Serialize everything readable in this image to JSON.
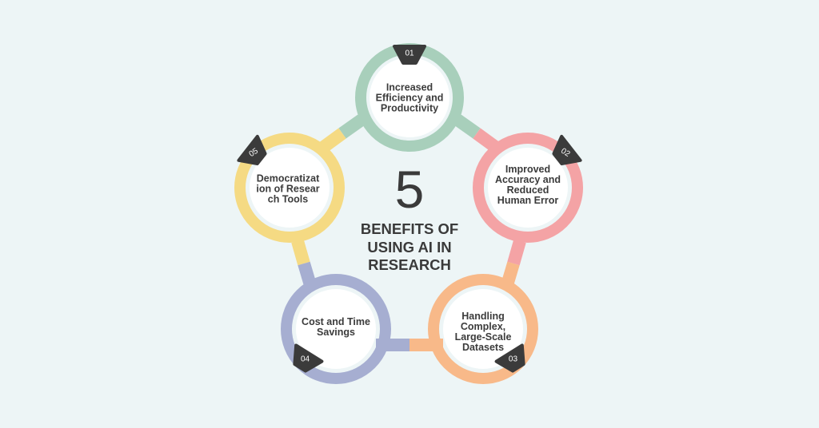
{
  "center": {
    "number": "5",
    "title": "BENEFITS OF USING AI IN RESEARCH"
  },
  "benefits": [
    {
      "num": "01",
      "label": "Increased Efficiency and Productivity",
      "color": "#a8cfbb"
    },
    {
      "num": "02",
      "label": "Improved Accuracy and Reduced Human Error",
      "color": "#f4a3a5"
    },
    {
      "num": "03",
      "label": "Handling Complex, Large-Scale Datasets",
      "color": "#f8b989"
    },
    {
      "num": "04",
      "label": "Cost and Time Savings",
      "color": "#a6aed1"
    },
    {
      "num": "05",
      "label": "Democratization of Research Tools",
      "color": "#f5da83"
    }
  ],
  "colors": {
    "background": "#edf5f6",
    "badge": "#3b3b3b",
    "text": "#3a3a3a",
    "node_fill": "#ffffff"
  }
}
